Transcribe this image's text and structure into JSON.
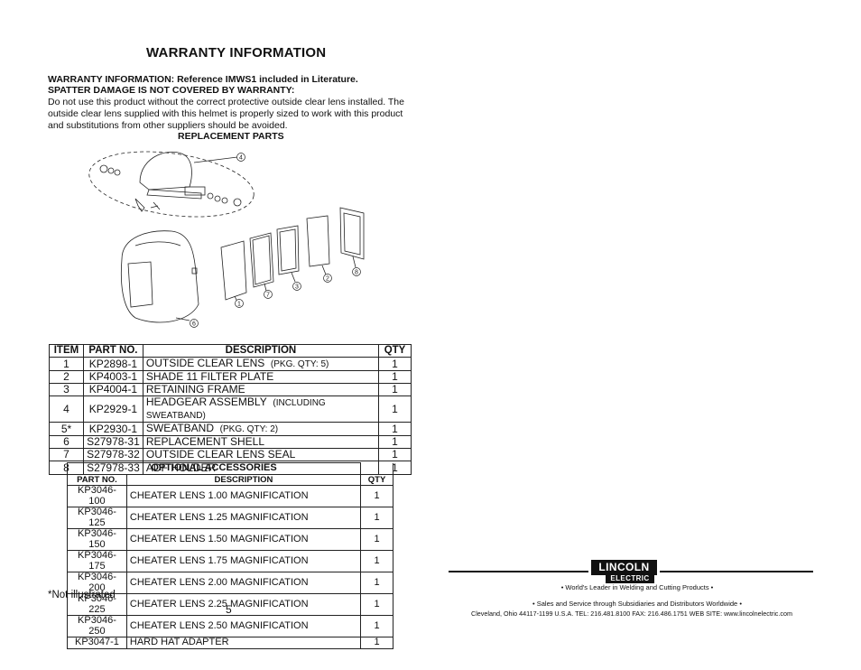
{
  "page": {
    "title": "WARRANTY INFORMATION",
    "warranty_line1": "WARRANTY INFORMATION:  Reference IMWS1 included in Literature.",
    "warranty_line2": "SPATTER DAMAGE IS NOT COVERED BY WARRANTY:",
    "warranty_body": "Do not use this product without the correct protective outside clear lens installed. The outside clear lens supplied with this helmet is properly sized to work with this product and substitutions from other suppliers should be avoided.",
    "replacement_parts_heading": "REPLACEMENT PARTS",
    "not_illustrated": "*Not illustrated",
    "page_number": "5"
  },
  "diagram": {
    "callouts": [
      "4",
      "1",
      "7",
      "3",
      "2",
      "8",
      "6"
    ]
  },
  "parts_table": {
    "headers": {
      "item": "ITEM",
      "part": "PART NO.",
      "desc": "DESCRIPTION",
      "qty": "QTY"
    },
    "rows": [
      {
        "item": "1",
        "part": "KP2898-1",
        "desc": "OUTSIDE CLEAR LENS",
        "note": "(PKG. QTY: 5)",
        "qty": "1"
      },
      {
        "item": "2",
        "part": "KP4003-1",
        "desc": "SHADE 11 FILTER PLATE",
        "note": "",
        "qty": "1"
      },
      {
        "item": "3",
        "part": "KP4004-1",
        "desc": "RETAINING FRAME",
        "note": "",
        "qty": "1"
      },
      {
        "item": "4",
        "part": "KP2929-1",
        "desc": "HEADGEAR ASSEMBLY",
        "note": "(INCLUDING SWEATBAND)",
        "qty": "1"
      },
      {
        "item": "5*",
        "part": "KP2930-1",
        "desc": "SWEATBAND",
        "note": "(PKG. QTY: 2)",
        "qty": "1"
      },
      {
        "item": "6",
        "part": "S27978-31",
        "desc": "REPLACEMENT SHELL",
        "note": "",
        "qty": "1"
      },
      {
        "item": "7",
        "part": "S27978-32",
        "desc": "OUTSIDE CLEAR LENS SEAL",
        "note": "",
        "qty": "1"
      },
      {
        "item": "8",
        "part": "S27978-33",
        "desc": "ADF HOLDER",
        "note": "",
        "qty": "1"
      }
    ]
  },
  "optional_table": {
    "title": "OPTIONAL ACCESSORIES",
    "headers": {
      "part": "PART NO.",
      "desc": "DESCRIPTION",
      "qty": "QTY"
    },
    "rows": [
      {
        "part": "KP3046-100",
        "desc": "CHEATER LENS  1.00  MAGNIFICATION",
        "qty": "1"
      },
      {
        "part": "KP3046-125",
        "desc": "CHEATER LENS  1.25  MAGNIFICATION",
        "qty": "1"
      },
      {
        "part": "KP3046-150",
        "desc": "CHEATER LENS  1.50  MAGNIFICATION",
        "qty": "1"
      },
      {
        "part": "KP3046-175",
        "desc": "CHEATER LENS  1.75  MAGNIFICATION",
        "qty": "1"
      },
      {
        "part": "KP3046-200",
        "desc": "CHEATER LENS  2.00  MAGNIFICATION",
        "qty": "1"
      },
      {
        "part": "KP3046-225",
        "desc": "CHEATER LENS  2.25  MAGNIFICATION",
        "qty": "1"
      },
      {
        "part": "KP3046-250",
        "desc": "CHEATER LENS  2.50  MAGNIFICATION",
        "qty": "1"
      },
      {
        "part": "KP3047-1",
        "desc": "HARD HAT ADAPTER",
        "qty": "1"
      }
    ]
  },
  "footer": {
    "logo_top": "LINCOLN",
    "logo_bottom": "ELECTRIC",
    "tagline1": "• World's Leader in Welding and Cutting Products •",
    "tagline2": "• Sales and Service through Subsidiaries and Distributors Worldwide •",
    "address": "Cleveland, Ohio 44117-1199  U.S.A.   TEL: 216.481.8100   FAX: 216.486.1751   WEB SITE: www.lincolnelectric.com"
  }
}
